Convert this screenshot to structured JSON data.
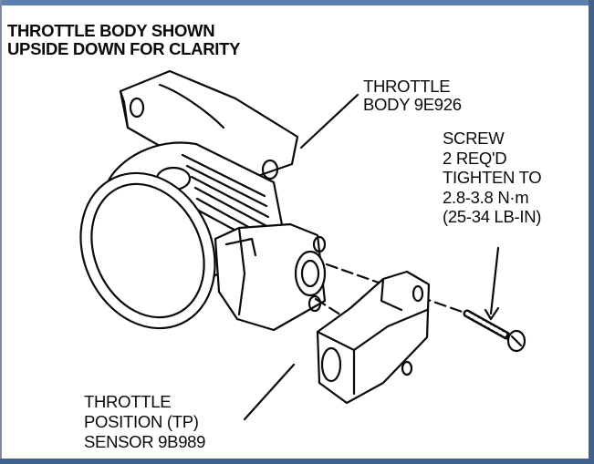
{
  "title": {
    "line1": "THROTTLE BODY SHOWN",
    "line2": "UPSIDE DOWN FOR CLARITY"
  },
  "labels": {
    "throttle_body": {
      "line1": "THROTTLE",
      "line2": "BODY 9E926"
    },
    "screw": {
      "line1": "SCREW",
      "line2": "2 REQ'D",
      "line3": "TIGHTEN TO",
      "line4": "2.8-3.8 N·m",
      "line5": "(25-34 LB-IN)"
    },
    "tp_sensor": {
      "line1": "THROTTLE",
      "line2": "POSITION (TP)",
      "line3": "SENSOR 9B989"
    }
  },
  "colors": {
    "ink": "#0a0a0a",
    "frame": "#41618f"
  }
}
